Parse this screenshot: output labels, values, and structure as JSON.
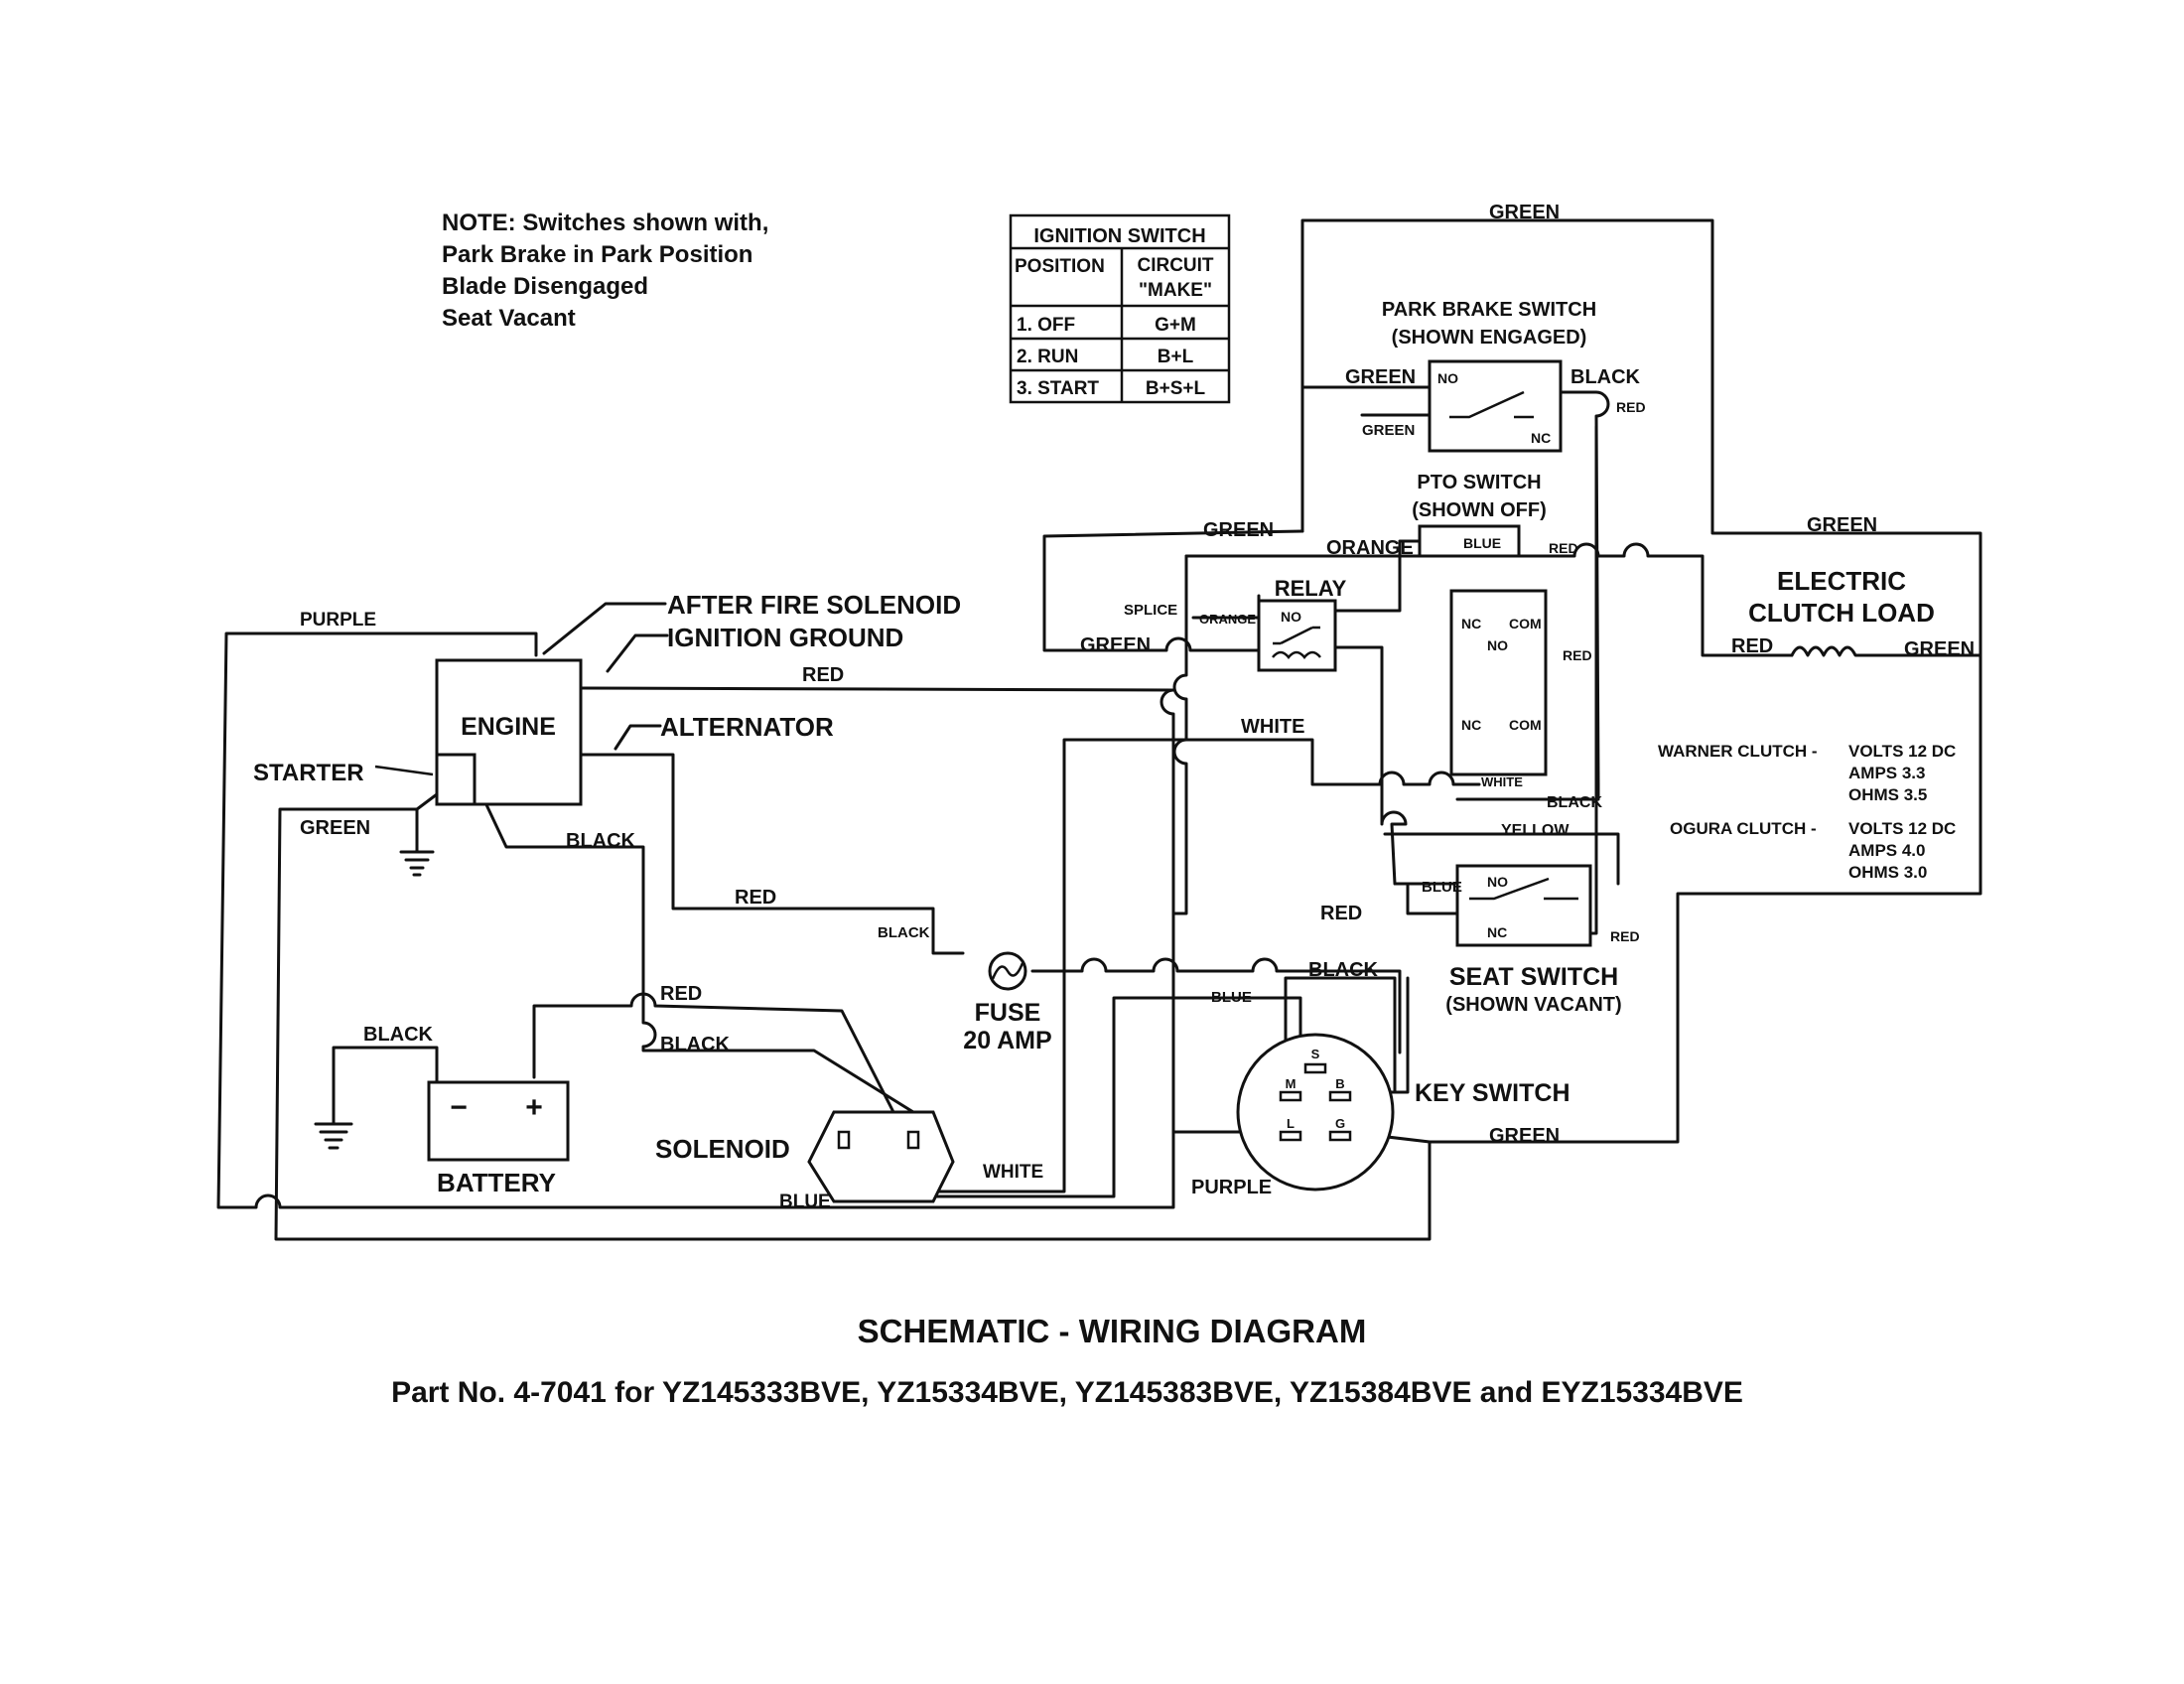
{
  "note": {
    "lines": [
      "NOTE: Switches shown with,",
      "Park Brake in Park Position",
      "Blade Disengaged",
      "Seat Vacant"
    ]
  },
  "ignition_table": {
    "title": "IGNITION SWITCH",
    "col_position": "POSITION",
    "col_circuit_1": "CIRCUIT",
    "col_circuit_2": "\"MAKE\"",
    "rows": [
      {
        "position": "1. OFF",
        "circuit": "G+M"
      },
      {
        "position": "2. RUN",
        "circuit": "B+L"
      },
      {
        "position": "3. START",
        "circuit": "B+S+L"
      }
    ]
  },
  "components": {
    "engine": "ENGINE",
    "starter": "STARTER",
    "after_fire": "AFTER FIRE SOLENOID",
    "ignition_ground": "IGNITION GROUND",
    "alternator": "ALTERNATOR",
    "battery": "BATTERY",
    "battery_minus": "−",
    "battery_plus": "+",
    "solenoid": "SOLENOID",
    "fuse_1": "FUSE",
    "fuse_2": "20 AMP",
    "relay": "RELAY",
    "splice": "SPLICE",
    "park_brake_1": "PARK BRAKE SWITCH",
    "park_brake_2": "(SHOWN ENGAGED)",
    "pto_1": "PTO SWITCH",
    "pto_2": "(SHOWN OFF)",
    "seat_1": "SEAT  SWITCH",
    "seat_2": "(SHOWN VACANT)",
    "key_switch": "KEY SWITCH",
    "clutch_1": "ELECTRIC",
    "clutch_2": "CLUTCH LOAD"
  },
  "terminals": {
    "no": "NO",
    "nc": "NC",
    "com": "COM",
    "s": "S",
    "m": "M",
    "b": "B",
    "l": "L",
    "g": "G"
  },
  "wires": {
    "purple": "PURPLE",
    "green": "GREEN",
    "red": "RED",
    "black": "BLACK",
    "white": "WHITE",
    "blue": "BLUE",
    "orange": "ORANGE",
    "yellow": "YELLOW"
  },
  "clutch_specs": [
    {
      "name": "WARNER CLUTCH -",
      "volts": "VOLTS 12 DC",
      "amps": "AMPS 3.3",
      "ohms": "OHMS 3.5"
    },
    {
      "name": "OGURA CLUTCH -",
      "volts": "VOLTS 12 DC",
      "amps": "AMPS 4.0",
      "ohms": "OHMS 3.0"
    }
  ],
  "footer": {
    "title": "SCHEMATIC - WIRING DIAGRAM",
    "subtitle": "Part No. 4-7041 for YZ145333BVE, YZ15334BVE, YZ145383BVE, YZ15384BVE and EYZ15334BVE"
  }
}
